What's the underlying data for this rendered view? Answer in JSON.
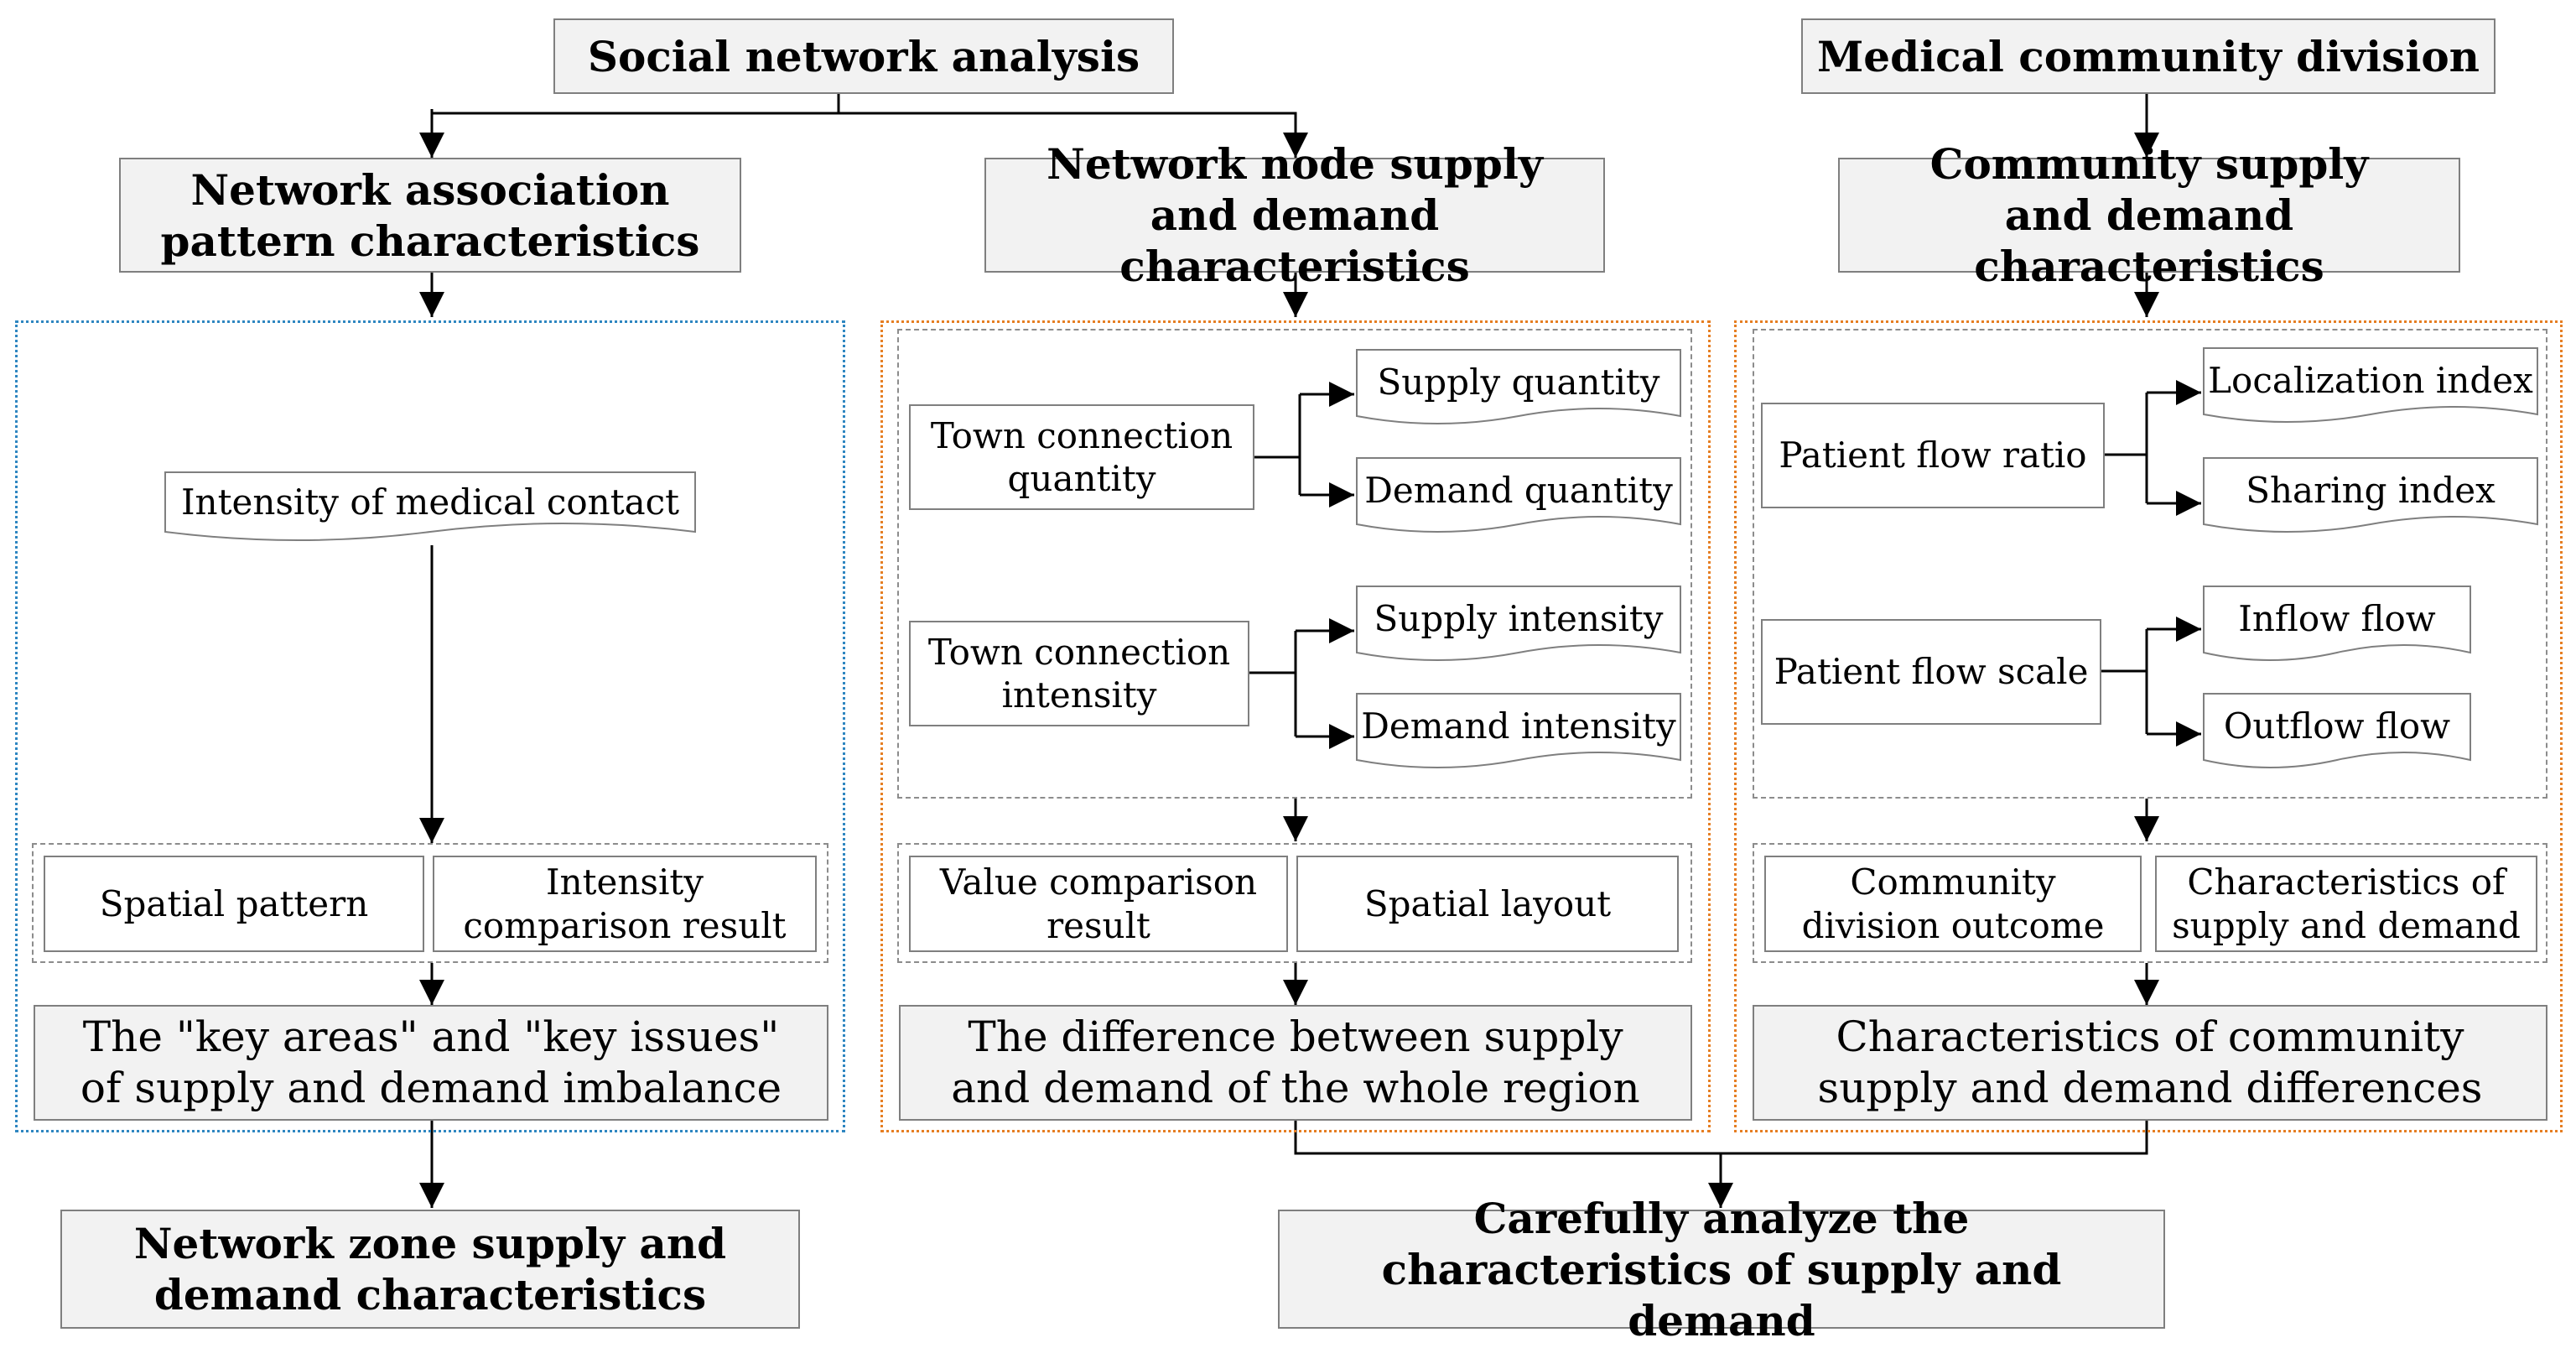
{
  "top": {
    "social_network_analysis": "Social network analysis",
    "medical_community_division": "Medical community division"
  },
  "level2": {
    "network_association": "Network association pattern characteristics",
    "network_node": "Network node supply and demand characteristics",
    "community_supply_demand": "Community supply and demand characteristics"
  },
  "left_panel": {
    "intensity_medical_contact": "Intensity of medical contact",
    "spatial_pattern": "Spatial pattern",
    "intensity_comparison": "Intensity comparison result",
    "key_areas": "The \"key areas\" and \"key issues\" of supply and demand imbalance"
  },
  "middle_panel": {
    "town_connection_quantity": "Town connection quantity",
    "supply_quantity": "Supply quantity",
    "demand_quantity": "Demand quantity",
    "town_connection_intensity": "Town connection intensity",
    "supply_intensity": "Supply intensity",
    "demand_intensity": "Demand intensity",
    "value_comparison": "Value comparison result",
    "spatial_layout": "Spatial layout",
    "difference_whole_region": "The difference between supply and demand of the whole region"
  },
  "right_panel": {
    "patient_flow_ratio": "Patient flow ratio",
    "localization_index": "Localization index",
    "sharing_index": "Sharing index",
    "patient_flow_scale": "Patient flow scale",
    "inflow_flow": "Inflow flow",
    "outflow_flow": "Outflow flow",
    "community_division_outcome": "Community division outcome",
    "characteristics_supply_demand": "Characteristics of supply and demand",
    "community_differences": "Characteristics of community supply and demand differences"
  },
  "bottom": {
    "network_zone": "Network zone supply and demand characteristics",
    "carefully_analyze": "Carefully analyze the characteristics of supply and demand"
  },
  "colors": {
    "box_fill": "#f2f2f2",
    "box_border": "#7f7f7f",
    "blue_frame": "#2e86c1",
    "orange_frame": "#e67e22"
  }
}
